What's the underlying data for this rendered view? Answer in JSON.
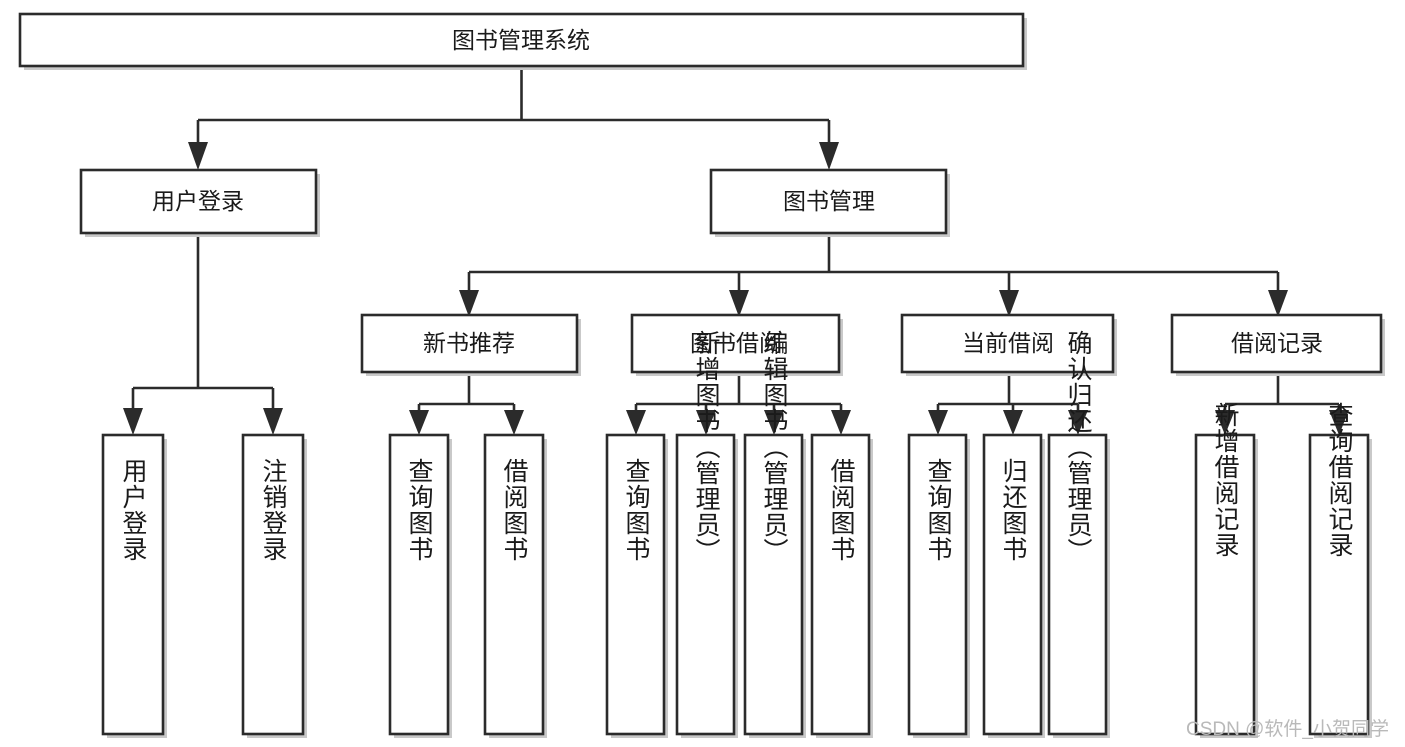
{
  "diagram": {
    "type": "tree-hierarchy-chart",
    "title": "图书管理系统",
    "background_color": "#ffffff",
    "line_color": "#2b2b2b",
    "box_fill": "#ffffff",
    "levels": 4,
    "root": {
      "id": "root",
      "label": "图书管理系统",
      "orientation": "horizontal"
    },
    "level2": [
      {
        "id": "user-login",
        "label": "用户登录",
        "orientation": "horizontal"
      },
      {
        "id": "book-management",
        "label": "图书管理",
        "orientation": "horizontal"
      }
    ],
    "level3": [
      {
        "id": "new-book-recommend",
        "label": "新书推荐",
        "orientation": "horizontal",
        "parent": "book-management"
      },
      {
        "id": "book-borrow",
        "label": "图书借阅",
        "orientation": "horizontal",
        "parent": "book-management"
      },
      {
        "id": "current-borrow",
        "label": "当前借阅",
        "orientation": "horizontal",
        "parent": "book-management"
      },
      {
        "id": "borrow-record",
        "label": "借阅记录",
        "orientation": "horizontal",
        "parent": "book-management"
      }
    ],
    "leaves": [
      {
        "id": "leaf-user-login",
        "label": "用户登录",
        "parent": "user-login",
        "orientation": "vertical"
      },
      {
        "id": "leaf-logout-login",
        "label": "注销登录",
        "parent": "user-login",
        "orientation": "vertical"
      },
      {
        "id": "leaf-query-book-1",
        "label": "查询图书",
        "parent": "new-book-recommend",
        "orientation": "vertical"
      },
      {
        "id": "leaf-borrow-book-1",
        "label": "借阅图书",
        "parent": "new-book-recommend",
        "orientation": "vertical"
      },
      {
        "id": "leaf-query-book-2",
        "label": "查询图书",
        "parent": "book-borrow",
        "orientation": "vertical"
      },
      {
        "id": "leaf-add-book",
        "label": "新增图书（管理员）",
        "parent": "book-borrow",
        "orientation": "vertical"
      },
      {
        "id": "leaf-edit-book",
        "label": "编辑图书（管理员）",
        "parent": "book-borrow",
        "orientation": "vertical"
      },
      {
        "id": "leaf-borrow-book-2",
        "label": "借阅图书",
        "parent": "book-borrow",
        "orientation": "vertical"
      },
      {
        "id": "leaf-query-book-3",
        "label": "查询图书",
        "parent": "current-borrow",
        "orientation": "vertical"
      },
      {
        "id": "leaf-return-book",
        "label": "归还图书",
        "parent": "current-borrow",
        "orientation": "vertical"
      },
      {
        "id": "leaf-confirm-return",
        "label": "确认归还（管理员）",
        "parent": "current-borrow",
        "orientation": "vertical"
      },
      {
        "id": "leaf-add-record",
        "label": "新增借阅记录",
        "parent": "borrow-record",
        "orientation": "vertical"
      },
      {
        "id": "leaf-query-record",
        "label": "查询借阅记录",
        "parent": "borrow-record",
        "orientation": "vertical"
      }
    ]
  },
  "watermark": {
    "text": "CSDN @软件_小贺同学"
  }
}
